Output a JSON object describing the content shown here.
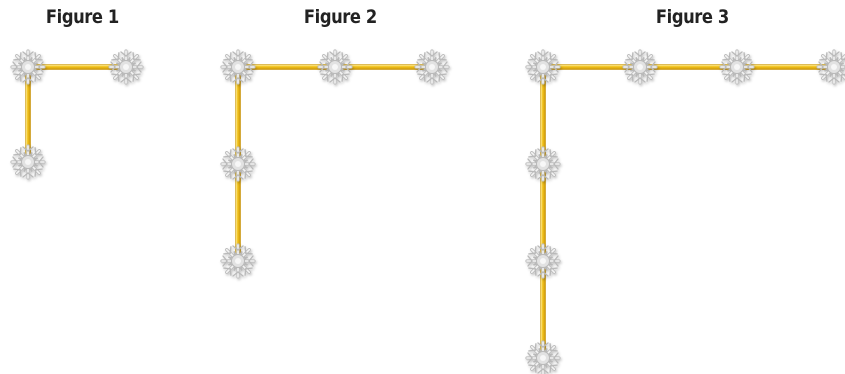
{
  "figures": [
    {
      "title": "Figure 1",
      "nodes": [
        [
          0,
          0
        ],
        [
          1,
          0
        ],
        [
          0,
          1
        ]
      ],
      "links": [
        [
          0,
          1
        ],
        [
          0,
          2
        ]
      ]
    },
    {
      "title": "Figure 2",
      "nodes": [
        [
          0,
          0
        ],
        [
          1,
          0
        ],
        [
          2,
          0
        ],
        [
          0,
          1
        ],
        [
          0,
          2
        ]
      ],
      "links": [
        [
          0,
          1
        ],
        [
          1,
          2
        ],
        [
          0,
          3
        ],
        [
          3,
          4
        ]
      ]
    },
    {
      "title": "Figure 3",
      "nodes": [
        [
          0,
          0
        ],
        [
          1,
          0
        ],
        [
          2,
          0
        ],
        [
          3,
          0
        ],
        [
          0,
          1
        ],
        [
          0,
          2
        ],
        [
          0,
          3
        ]
      ],
      "links": [
        [
          0,
          1
        ],
        [
          1,
          2
        ],
        [
          2,
          3
        ],
        [
          0,
          4
        ],
        [
          4,
          5
        ],
        [
          5,
          6
        ]
      ]
    }
  ],
  "colors": {
    "rod": "#f2c21c",
    "rod_edge": "#c9950a",
    "node": "#e2e2e2",
    "node_edge": "#b9b9b9",
    "title": "#222222"
  },
  "icons": {
    "node": "snowflake-node-icon"
  }
}
